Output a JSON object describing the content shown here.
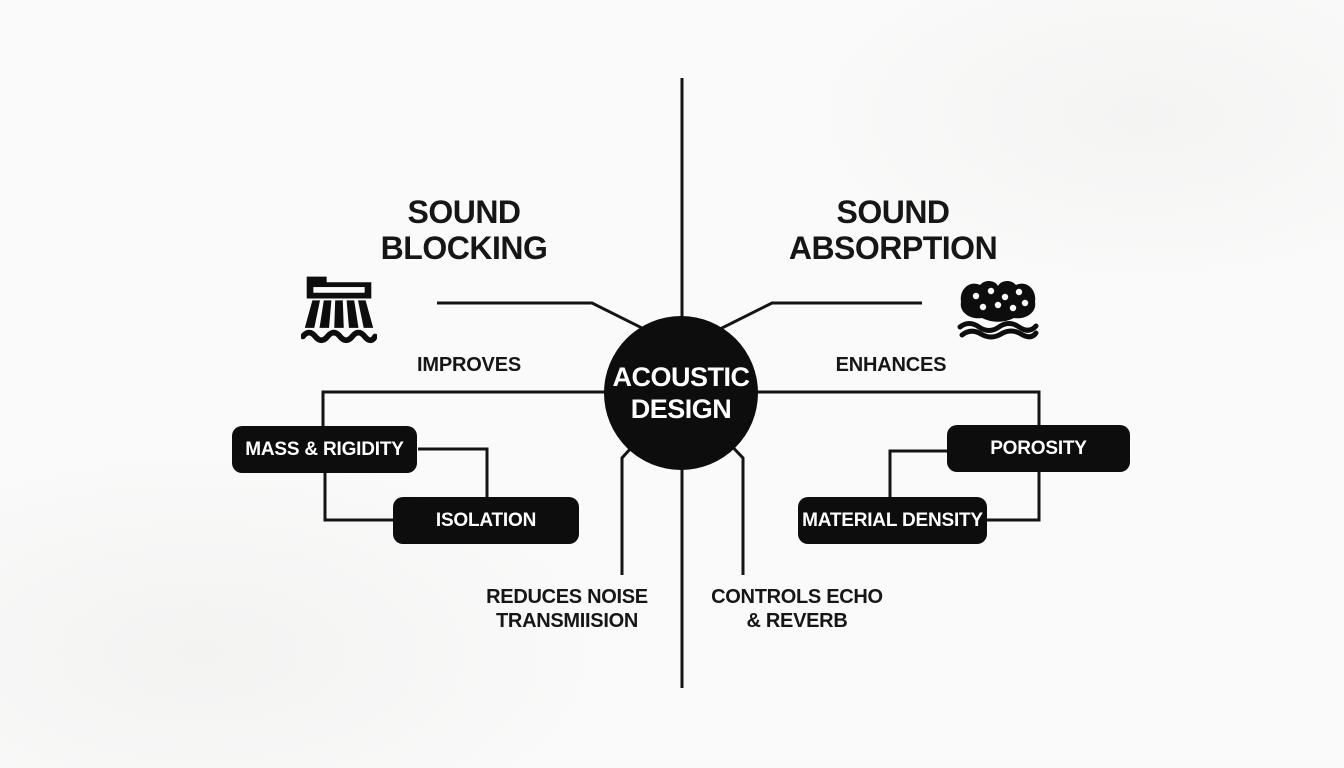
{
  "diagram": {
    "center": {
      "lines": [
        "ACOUSTIC",
        "DESIGN"
      ]
    },
    "left": {
      "heading_lines": [
        "SOUND",
        "BLOCKING"
      ],
      "icon": "dam-barrier-icon",
      "relation_label": "IMPROVES",
      "nodes": [
        {
          "label": "MASS & RIGIDITY"
        },
        {
          "label": "ISOLATION"
        }
      ],
      "outcome_lines": [
        "REDUCES NOISE",
        "TRANSMIISION"
      ]
    },
    "right": {
      "heading_lines": [
        "SOUND",
        "ABSORPTION"
      ],
      "icon": "sponge-icon",
      "relation_label": "ENHANCES",
      "nodes": [
        {
          "label": "POROSITY"
        },
        {
          "label": "MATERIAL DENSITY"
        }
      ],
      "outcome_lines": [
        "CONTROLS ECHO",
        "& REVERB"
      ]
    },
    "colors": {
      "ink": "#141414",
      "node_fill": "#0d0d0d",
      "node_text": "#ffffff",
      "background": "#fafafa"
    }
  }
}
